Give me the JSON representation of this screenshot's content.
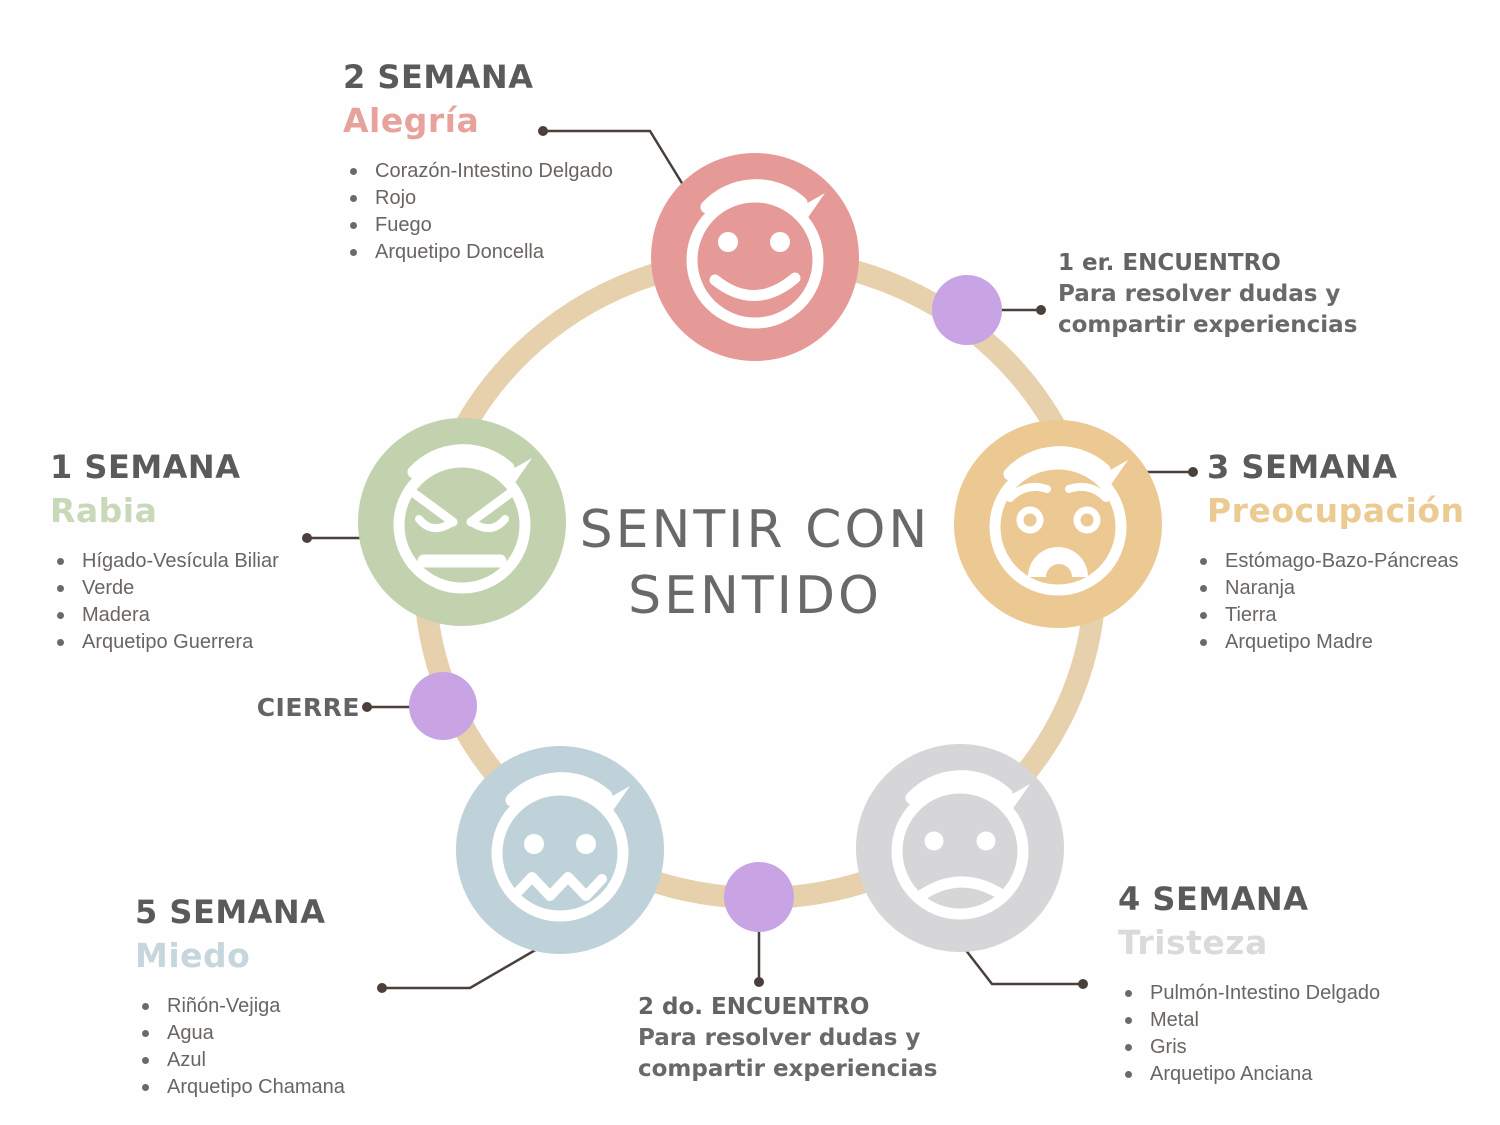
{
  "title": {
    "line1": "SENTIR CON",
    "line2": "SENTIDO"
  },
  "colors": {
    "background": "#fefefe",
    "ring": "#e7d1ad",
    "milestone_dot": "#c8a4e4",
    "connector": "#49403b",
    "title_text": "#696969",
    "heading_text": "#5b5a5a",
    "body_text": "#6b6561"
  },
  "weeks": [
    {
      "week": "1 SEMANA",
      "emotion": "Rabia",
      "emotion_color": "#c9d8b8",
      "face": "angry-face",
      "face_color": "#c3d2ae",
      "items": [
        "Hígado-Vesícula Biliar",
        "Verde",
        "Madera",
        "Arquetipo Guerrera"
      ]
    },
    {
      "week": "2 SEMANA",
      "emotion": "Alegría",
      "emotion_color": "#e8a29e",
      "face": "happy-face",
      "face_color": "#e69a97",
      "items": [
        "Corazón-Intestino Delgado",
        "Rojo",
        "Fuego",
        "Arquetipo Doncella"
      ]
    },
    {
      "week": "3 SEMANA",
      "emotion": "Preocupación",
      "emotion_color": "#eccb93",
      "face": "worried-face",
      "face_color": "#ecc992",
      "items": [
        "Estómago-Bazo-Páncreas",
        "Naranja",
        "Tierra",
        "Arquetipo Madre"
      ]
    },
    {
      "week": "4 SEMANA",
      "emotion": "Tristeza",
      "emotion_color": "#dadada",
      "face": "sad-face",
      "face_color": "#d6d6d8",
      "items": [
        "Pulmón-Intestino Delgado",
        "Metal",
        "Gris",
        "Arquetipo Anciana"
      ]
    },
    {
      "week": "5 SEMANA",
      "emotion": "Miedo",
      "emotion_color": "#c6d6dd",
      "face": "scared-face",
      "face_color": "#bfd2da",
      "items": [
        "Riñón-Vejiga",
        "Agua",
        "Azul",
        "Arquetipo Chamana"
      ]
    }
  ],
  "milestones": [
    {
      "name": "1 er. ENCUENTRO",
      "desc_line1": "Para resolver dudas y",
      "desc_line2": "compartir experiencias"
    },
    {
      "name": "2 do. ENCUENTRO",
      "desc_line1": "Para resolver dudas y",
      "desc_line2": "compartir experiencias"
    },
    {
      "name": "CIERRE"
    }
  ]
}
